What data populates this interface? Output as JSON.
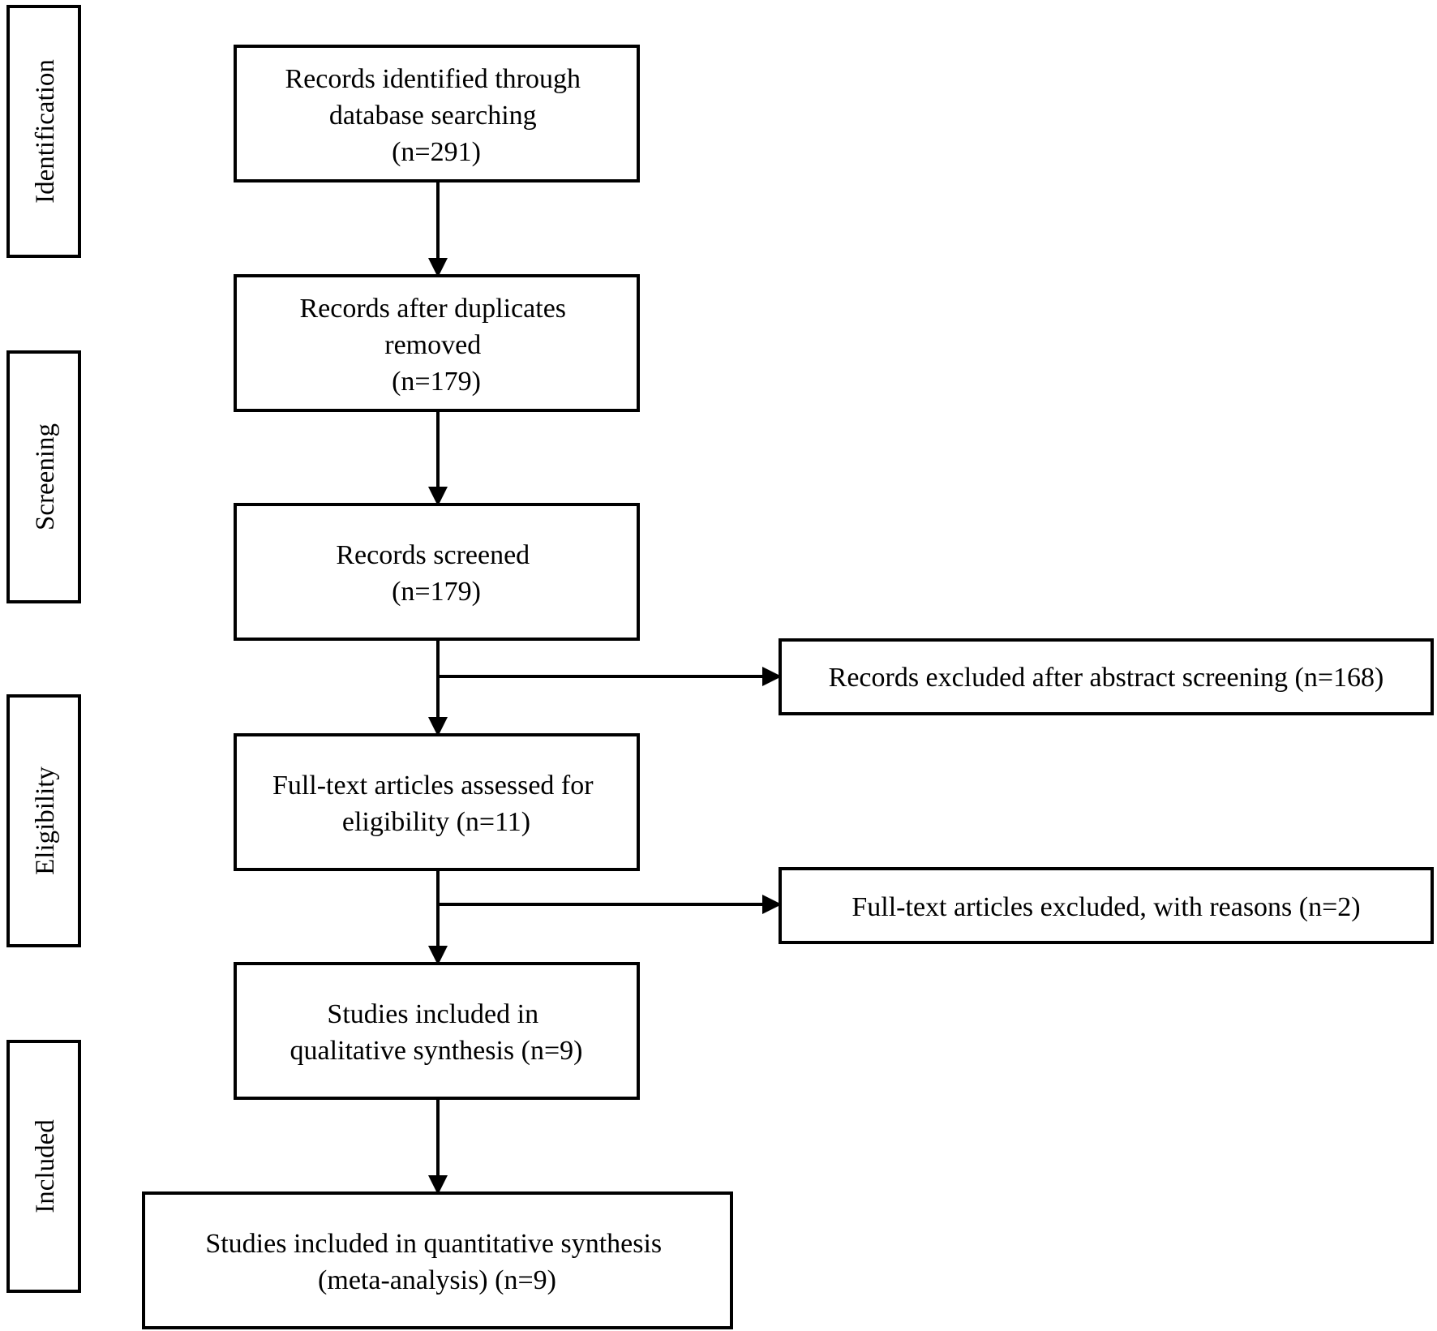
{
  "stages": [
    {
      "id": "identification",
      "label": "Identification"
    },
    {
      "id": "screening",
      "label": "Screening"
    },
    {
      "id": "eligibility",
      "label": "Eligibility"
    },
    {
      "id": "included",
      "label": "Included"
    }
  ],
  "boxes": [
    {
      "id": "identified",
      "lines": [
        "Records identified through",
        "database searching",
        "(n=291)"
      ]
    },
    {
      "id": "after-duplicates",
      "lines": [
        "Records after duplicates",
        "removed",
        "(n=179)"
      ]
    },
    {
      "id": "screened",
      "lines": [
        "Records screened",
        "(n=179)"
      ]
    },
    {
      "id": "excluded-abstract",
      "lines": [
        "Records excluded after abstract screening (n=168)"
      ]
    },
    {
      "id": "fulltext-assessed",
      "lines": [
        "Full-text articles assessed for",
        "eligibility (n=11)"
      ]
    },
    {
      "id": "fulltext-excluded",
      "lines": [
        "Full-text articles excluded, with reasons (n=2)"
      ]
    },
    {
      "id": "qualitative",
      "lines": [
        "Studies included in",
        "qualitative synthesis (n=9)"
      ]
    },
    {
      "id": "quantitative",
      "lines": [
        "Studies included in quantitative synthesis",
        "(meta-analysis) (n=9)"
      ]
    }
  ],
  "colors": {
    "stroke": "#000000",
    "background": "#ffffff"
  }
}
